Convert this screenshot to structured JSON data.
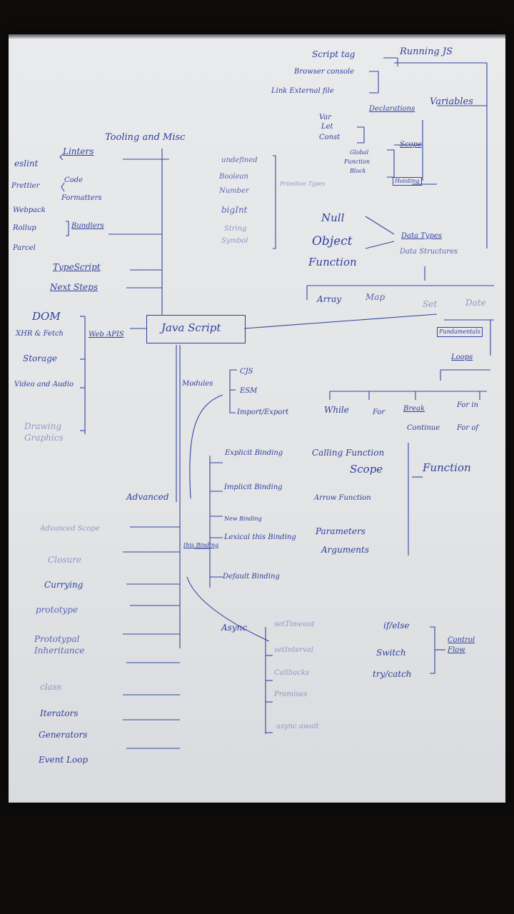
{
  "center": {
    "label": "Java Script"
  },
  "running_js": {
    "title": "Running JS",
    "items": [
      "Script tag",
      "Browser console",
      "Link External file"
    ]
  },
  "variables": {
    "title": "Variables",
    "declarations": "Declarations",
    "decl_items": [
      "Var",
      "Let",
      "Const"
    ],
    "scope": "Scope",
    "scope_items": [
      "Global",
      "Function",
      "Block"
    ],
    "hoisting": "Hoisting"
  },
  "tooling": {
    "title": "Tooling and Misc",
    "linters": "Linters",
    "eslint": "eslint",
    "code_formatters": [
      "Code",
      "Formatters"
    ],
    "prettier": "Prettier",
    "bundlers": "Bundlers",
    "bundler_items": [
      "Webpack",
      "Rollup",
      "Parcel"
    ],
    "typescript": "TypeScript",
    "next_steps": "Next Steps"
  },
  "data_types": {
    "primitive_types": "Primitive Types",
    "primitives": [
      "undefined",
      "Boolean",
      "Number",
      "bigInt",
      "String",
      "Symbol"
    ],
    "null": "Null",
    "object": "Object",
    "function": "Function",
    "data_types_label": "Data Types",
    "data_structures_label": "Data Structures",
    "structures": [
      "Array",
      "Map",
      "Set",
      "Date"
    ]
  },
  "web_apis": {
    "title": "Web APIS",
    "items": [
      "DOM",
      "XHR & Fetch",
      "Storage",
      "Video and Audio",
      "Drawing Graphics"
    ]
  },
  "fundamentals": {
    "title": "Fundamentals",
    "loops": "Loops",
    "loop_items": [
      "While",
      "For",
      "Break",
      "Continue",
      "For in",
      "For of"
    ]
  },
  "function_section": {
    "title": "Function",
    "items": [
      "Calling Function",
      "Scope",
      "Arrow Function",
      "Parameters",
      "Arguments"
    ]
  },
  "control_flow": {
    "title": "Control Flow",
    "items": [
      "if/else",
      "Switch",
      "try/catch"
    ]
  },
  "modules": {
    "title": "Modules",
    "items": [
      "CJS",
      "ESM",
      "Import/Export"
    ]
  },
  "advanced": {
    "title": "Advanced",
    "this_label": "this Binding",
    "binding_items": [
      "Explicit Binding",
      "Implicit Binding",
      "New Binding",
      "Lexical this Binding",
      "Default Binding"
    ],
    "left_items": [
      "Advanced Scope",
      "Closure",
      "Currying",
      "prototype",
      "Prototypal Inheritance",
      "class",
      "Iterators",
      "Generators",
      "Event Loop"
    ],
    "async_title": "Async",
    "async_items": [
      "setTimeout",
      "setInterval",
      "Callbacks",
      "Promises",
      "async await"
    ]
  }
}
